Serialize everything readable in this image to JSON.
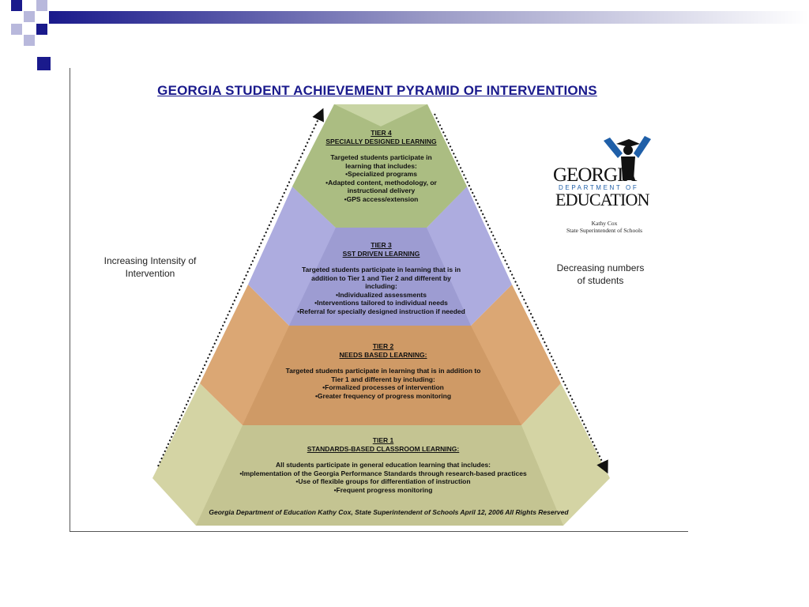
{
  "slide": {
    "title": "GEORGIA STUDENT ACHIEVEMENT PYRAMID OF INTERVENTIONS",
    "footer": "Georgia Department of Education  Kathy Cox, State Superintendent of Schools  April 12, 2006  All Rights Reserved"
  },
  "side_labels": {
    "left": [
      "Increasing Intensity of",
      "Intervention"
    ],
    "right": [
      "Decreasing numbers",
      "of students"
    ]
  },
  "logo": {
    "wordmark": "GEORGIA",
    "department": "DEPARTMENT OF",
    "education": "EDUCATION",
    "person": "Kathy Cox",
    "role": "State Superintendent of Schools"
  },
  "tiers": {
    "tier4": {
      "title": "TIER 4",
      "subtitle": "SPECIALLY DESIGNED LEARNING",
      "intro": [
        "Targeted students participate in",
        "learning that includes:"
      ],
      "items": [
        "•Specialized programs",
        "•Adapted content, methodology, or",
        "instructional delivery",
        "•GPS access/extension"
      ]
    },
    "tier3": {
      "title": "TIER 3",
      "subtitle": "SST DRIVEN LEARNING",
      "intro": [
        "Targeted students participate in learning that is in",
        "addition to Tier 1 and Tier 2 and different by",
        "including:"
      ],
      "items": [
        "•Individualized assessments",
        "•Interventions tailored to individual needs",
        "•Referral for specially designed instruction if needed"
      ]
    },
    "tier2": {
      "title": "TIER 2",
      "subtitle": "NEEDS BASED LEARNING:",
      "intro": [
        "Targeted students participate in learning that is in addition to",
        "Tier 1 and different by including:"
      ],
      "items": [
        "•Formalized processes of intervention",
        "•Greater frequency of progress monitoring"
      ]
    },
    "tier1": {
      "title": "TIER 1",
      "subtitle": "STANDARDS-BASED CLASSROOM LEARNING:",
      "intro": [
        "All students participate in general education learning that includes:"
      ],
      "items": [
        "•Implementation of the Georgia Performance Standards through research-based practices",
        "•Use of flexible groups for differentiation of instruction",
        "•Frequent progress monitoring"
      ]
    }
  },
  "colors": {
    "title_blue": "#1a1a8c",
    "tier4_green": "#b3c48c",
    "tier3_lavender": "#a8a8dc",
    "tier2_orange": "#d9a06c",
    "tier1_khaki": "#d4d4a4",
    "logo_blue": "#1f5fa8"
  }
}
